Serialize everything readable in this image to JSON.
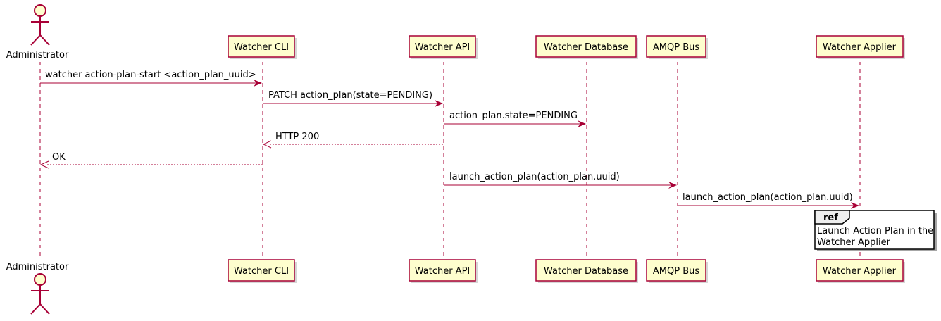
{
  "colors": {
    "accent": "#A80036",
    "box_fill": "#FEFECE",
    "text": "#000000",
    "ref_header": "#EEEEEE"
  },
  "participants": [
    {
      "id": "admin",
      "label": "Administrator",
      "kind": "actor"
    },
    {
      "id": "cli",
      "label": "Watcher CLI",
      "kind": "box"
    },
    {
      "id": "api",
      "label": "Watcher API",
      "kind": "box"
    },
    {
      "id": "db",
      "label": "Watcher Database",
      "kind": "box"
    },
    {
      "id": "amqp",
      "label": "AMQP Bus",
      "kind": "box"
    },
    {
      "id": "applier",
      "label": "Watcher Applier",
      "kind": "box"
    }
  ],
  "messages": [
    {
      "from": "admin",
      "to": "cli",
      "label": "watcher action-plan-start <action_plan_uuid>",
      "style": "solid"
    },
    {
      "from": "cli",
      "to": "api",
      "label": "PATCH action_plan(state=PENDING)",
      "style": "solid"
    },
    {
      "from": "api",
      "to": "db",
      "label": "action_plan.state=PENDING",
      "style": "solid"
    },
    {
      "from": "api",
      "to": "cli",
      "label": "HTTP 200",
      "style": "dashed"
    },
    {
      "from": "cli",
      "to": "admin",
      "label": "OK",
      "style": "dashed"
    },
    {
      "from": "api",
      "to": "amqp",
      "label": "launch_action_plan(action_plan.uuid)",
      "style": "solid"
    },
    {
      "from": "amqp",
      "to": "applier",
      "label": "launch_action_plan(action_plan.uuid)",
      "style": "solid"
    }
  ],
  "ref": {
    "tag": "ref",
    "lines": [
      "Launch Action Plan in the",
      "Watcher Applier"
    ]
  }
}
